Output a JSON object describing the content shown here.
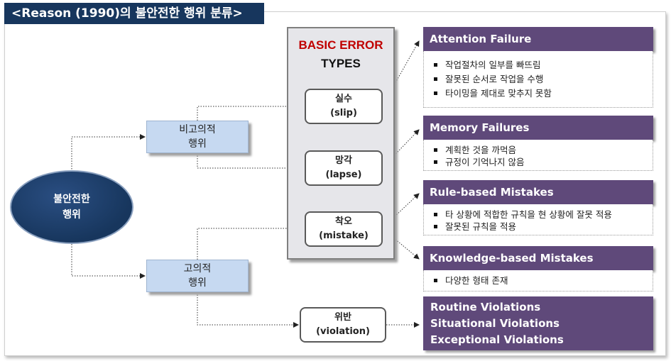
{
  "title": "<Reason (1990)의 불안전한 행위 분류>",
  "root": {
    "line1": "불안전한",
    "line2": "행위"
  },
  "branches": [
    {
      "line1": "비고의적",
      "line2": "행위"
    },
    {
      "line1": "고의적",
      "line2": "행위"
    }
  ],
  "column": {
    "title1": "BASIC ERROR",
    "title2": "TYPES"
  },
  "errors": [
    {
      "ko": "실수",
      "en": "(slip)"
    },
    {
      "ko": "망각",
      "en": "(lapse)"
    },
    {
      "ko": "착오",
      "en": "(mistake)"
    },
    {
      "ko": "위반",
      "en": "(violation)"
    }
  ],
  "panels": [
    {
      "header": "Attention Failure",
      "items": [
        "작업절차의 일부를  빠뜨림",
        "잘못된 순서로 작업을 수행",
        "타이밍을 제대로 맞추지 못함"
      ]
    },
    {
      "header": "Memory Failures",
      "items": [
        "계획한 것을 까먹음",
        "규정이 기억나지 않음"
      ]
    },
    {
      "header": "Rule-based Mistakes",
      "items": [
        "타 상황에 적합한 규칙을 현 상황에 잘못 적용",
        "잘못된 규칙을 적용"
      ]
    },
    {
      "header": "Knowledge-based Mistakes",
      "items": [
        "다양한 형태 존재"
      ]
    }
  ],
  "violations": [
    "Routine Violations",
    "Situational Violations",
    "Exceptional Violations"
  ],
  "colors": {
    "navy": "#17365d",
    "purple": "#5f497a",
    "light_blue": "#c6d9f1",
    "red": "#c00000"
  }
}
